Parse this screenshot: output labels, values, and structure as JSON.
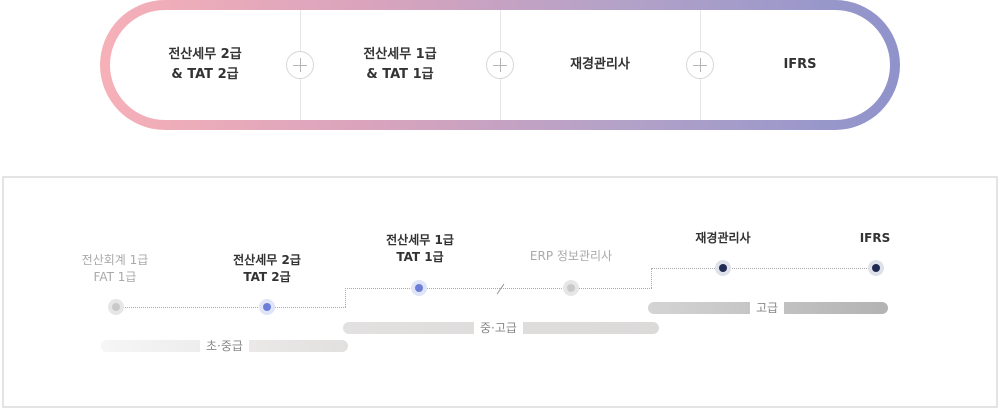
{
  "top": {
    "steps": [
      {
        "line1": "전산세무 2급",
        "line2": "& TAT 2급"
      },
      {
        "line1": "전산세무 1급",
        "line2": "& TAT 1급"
      },
      {
        "line1": "재경관리사",
        "line2": ""
      },
      {
        "line1": "IFRS",
        "line2": ""
      }
    ]
  },
  "roadmap": {
    "items": [
      {
        "line1": "전산회계 1급",
        "line2": "FAT 1급"
      },
      {
        "line1": "전산세무 2급",
        "line2": "TAT 2급"
      },
      {
        "line1": "전산세무 1급",
        "line2": "TAT 1급"
      },
      {
        "line1": "ERP 정보관리사",
        "line2": ""
      },
      {
        "line1": "재경관리사",
        "line2": ""
      },
      {
        "line1": "IFRS",
        "line2": ""
      }
    ],
    "levels": {
      "beginner": "초·중급",
      "intermediate": "중·고급",
      "advanced": "고급"
    }
  },
  "colors": {
    "gradient_start": "#f6b0b8",
    "gradient_end": "#8f93cb",
    "blue_dot": "#6b7fd6",
    "navy_dot": "#202b52"
  }
}
